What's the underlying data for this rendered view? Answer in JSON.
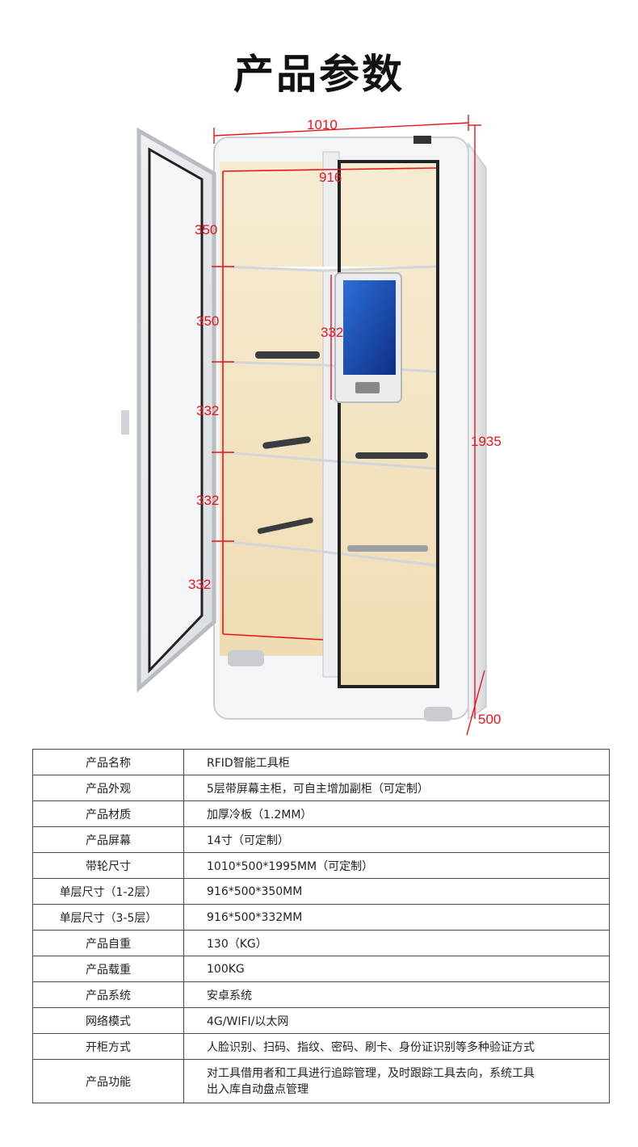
{
  "title": "产品参数",
  "dimensions": {
    "width_outer": "1010",
    "width_inner": "916",
    "height": "1935",
    "depth": "500",
    "layers": [
      "350",
      "350",
      "332",
      "332",
      "332"
    ],
    "screen": "332"
  },
  "specs": [
    {
      "label": "产品名称",
      "value": [
        "RFID智能工具柜"
      ]
    },
    {
      "label": "产品外观",
      "value": [
        "5层带屏幕主柜，可自主增加副柜（可定制）"
      ]
    },
    {
      "label": "产品材质",
      "value": [
        "加厚冷板（1.2MM）"
      ]
    },
    {
      "label": "产品屏幕",
      "value": [
        "14寸（可定制）"
      ]
    },
    {
      "label": "带轮尺寸",
      "value": [
        "1010*500*1995MM（可定制）"
      ]
    },
    {
      "label": "单层尺寸（1-2层）",
      "value": [
        "916*500*350MM"
      ]
    },
    {
      "label": "单层尺寸（3-5层）",
      "value": [
        "916*500*332MM"
      ]
    },
    {
      "label": "产品自重",
      "value": [
        "130（KG）"
      ]
    },
    {
      "label": "产品载重",
      "value": [
        "100KG"
      ]
    },
    {
      "label": "产品系统",
      "value": [
        "安卓系统"
      ]
    },
    {
      "label": "网络模式",
      "value": [
        "4G/WIFI/以太网"
      ]
    },
    {
      "label": "开柜方式",
      "value": [
        "人脸识别、扫码、指纹、密码、刷卡、身份证识别等多种验证方式"
      ]
    },
    {
      "label": "产品功能",
      "value": [
        "对工具借用者和工具进行追踪管理，及时跟踪工具去向，系统工具",
        "出入库自动盘点管理"
      ]
    }
  ]
}
